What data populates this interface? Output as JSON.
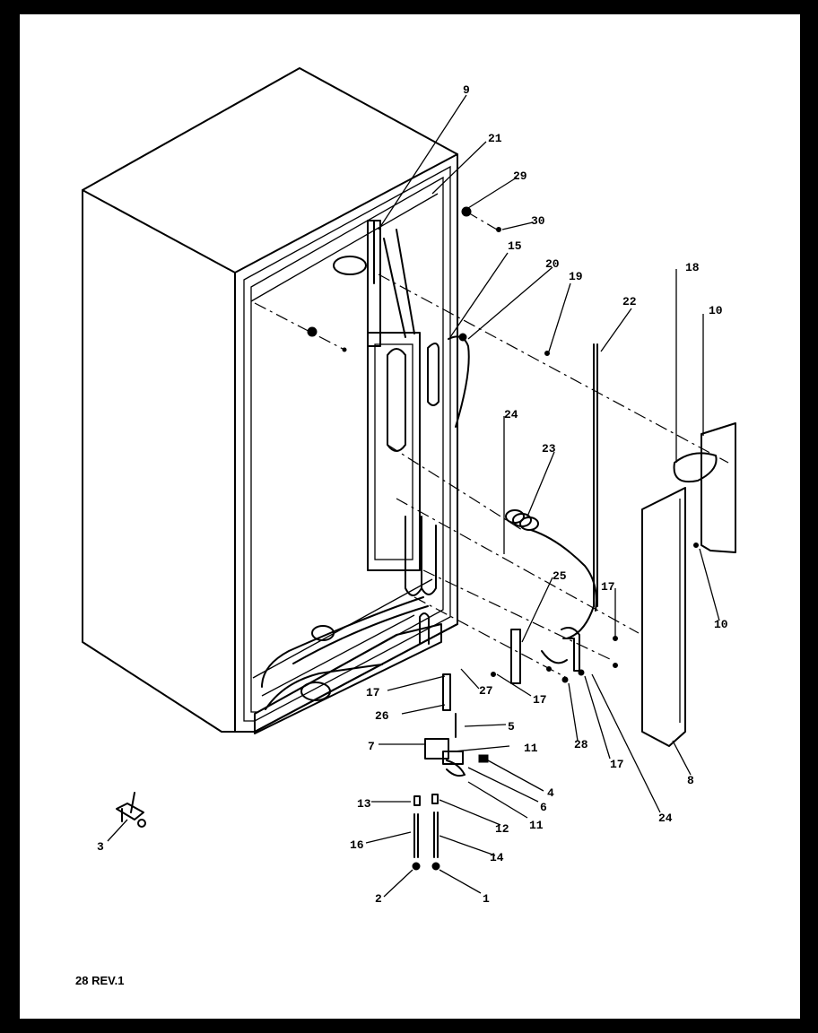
{
  "drawing": {
    "revision": "28 REV.1"
  },
  "callouts": [
    {
      "id": "c9",
      "text": "9"
    },
    {
      "id": "c21",
      "text": "21"
    },
    {
      "id": "c29",
      "text": "29"
    },
    {
      "id": "c30",
      "text": "30"
    },
    {
      "id": "c15",
      "text": "15"
    },
    {
      "id": "c20",
      "text": "20"
    },
    {
      "id": "c19",
      "text": "19"
    },
    {
      "id": "c22",
      "text": "22"
    },
    {
      "id": "c18",
      "text": "18"
    },
    {
      "id": "c10a",
      "text": "10"
    },
    {
      "id": "c24a",
      "text": "24"
    },
    {
      "id": "c23",
      "text": "23"
    },
    {
      "id": "c10b",
      "text": "10"
    },
    {
      "id": "c25",
      "text": "25"
    },
    {
      "id": "c17a",
      "text": "17"
    },
    {
      "id": "c17b",
      "text": "17"
    },
    {
      "id": "c27",
      "text": "27"
    },
    {
      "id": "c17c",
      "text": "17"
    },
    {
      "id": "c26",
      "text": "26"
    },
    {
      "id": "c5",
      "text": "5"
    },
    {
      "id": "c7",
      "text": "7"
    },
    {
      "id": "c11a",
      "text": "11"
    },
    {
      "id": "c28",
      "text": "28"
    },
    {
      "id": "c17d",
      "text": "17"
    },
    {
      "id": "c8",
      "text": "8"
    },
    {
      "id": "c4",
      "text": "4"
    },
    {
      "id": "c6",
      "text": "6"
    },
    {
      "id": "c11b",
      "text": "11"
    },
    {
      "id": "c24b",
      "text": "24"
    },
    {
      "id": "c13",
      "text": "13"
    },
    {
      "id": "c12",
      "text": "12"
    },
    {
      "id": "c3",
      "text": "3"
    },
    {
      "id": "c16",
      "text": "16"
    },
    {
      "id": "c14",
      "text": "14"
    },
    {
      "id": "c2",
      "text": "2"
    },
    {
      "id": "c1",
      "text": "1"
    }
  ]
}
